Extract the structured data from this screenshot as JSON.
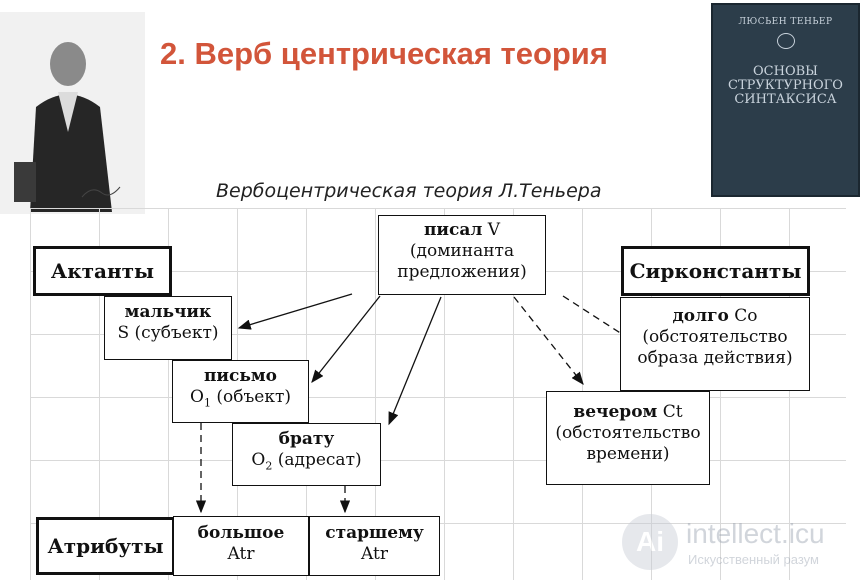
{
  "slide": {
    "title": "2. Верб центрическая теория",
    "subtitle": "Вербоцентрическая теория Л.Теньера"
  },
  "book": {
    "author": "ЛЮСЬЕН ТЕНЬЕР",
    "title_line1": "ОСНОВЫ",
    "title_line2": "СТРУКТУРНОГО",
    "title_line3": "СИНТАКСИСА"
  },
  "diagram": {
    "root": {
      "word": "писал",
      "symbol": "V",
      "line2": "(доминанта",
      "line3": "предложения)"
    },
    "labels": {
      "actants": "Актанты",
      "circumstants": "Сирконстанты",
      "attributes": "Атрибуты"
    },
    "actants": [
      {
        "word": "мальчик",
        "role": "S (субъект)"
      },
      {
        "word": "письмо",
        "symbol": "O",
        "sub": "1",
        "role": "(объект)"
      },
      {
        "word": "брату",
        "symbol": "O",
        "sub": "2",
        "role": "(адресат)"
      }
    ],
    "circumstants": [
      {
        "word": "долго",
        "symbol": "Co",
        "line2": "(обстоятельство",
        "line3": "образа действия)"
      },
      {
        "word": "вечером",
        "symbol": "Ct",
        "line2": "(обстоятельство",
        "line3": "времени)"
      }
    ],
    "attributes": [
      {
        "word": "большое",
        "role": "Atr"
      },
      {
        "word": "старшему",
        "role": "Atr"
      }
    ]
  },
  "watermark": {
    "site": "intellect.icu",
    "tagline": "Искусственный разум"
  }
}
